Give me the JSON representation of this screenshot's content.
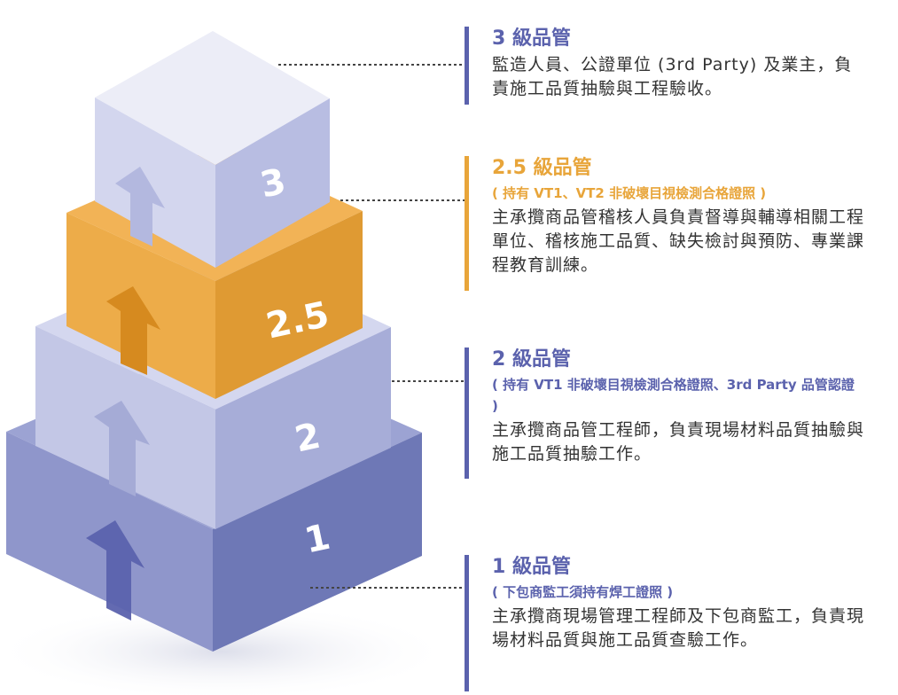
{
  "levels": {
    "l3": {
      "number": "3",
      "title": "3 級品管",
      "note": "",
      "desc": "監造人員、公證單位 (3rd Party) 及業主，負責施工品質抽驗與工程驗收。",
      "accent": "#5b62ad"
    },
    "l25": {
      "number": "2.5",
      "title": "2.5 級品管",
      "note": "( 持有 VT1、VT2 非破壞目視檢測合格證照 )",
      "desc": "主承攬商品管稽核人員負責督導與輔導相關工程單位、稽核施工品質、缺失檢討與預防、專業課程教育訓練。",
      "accent": "#e8a53a"
    },
    "l2": {
      "number": "2",
      "title": "2 級品管",
      "note": "( 持有 VT1 非破壞目視檢測合格證照、3rd Party 品管認證 )",
      "desc": "主承攬商品管工程師，負責現場材料品質抽驗與施工品質抽驗工作。",
      "accent": "#5b62ad"
    },
    "l1": {
      "number": "1",
      "title": "1 級品管",
      "note": "( 下包商監工須持有焊工證照 )",
      "desc": "主承攬商現場管理工程師及下包商監工，負責現場材料品質與施工品質查驗工作。",
      "accent": "#5b62ad"
    }
  },
  "colors": {
    "indigo": "#5b62ad",
    "orange": "#e8a53a"
  }
}
